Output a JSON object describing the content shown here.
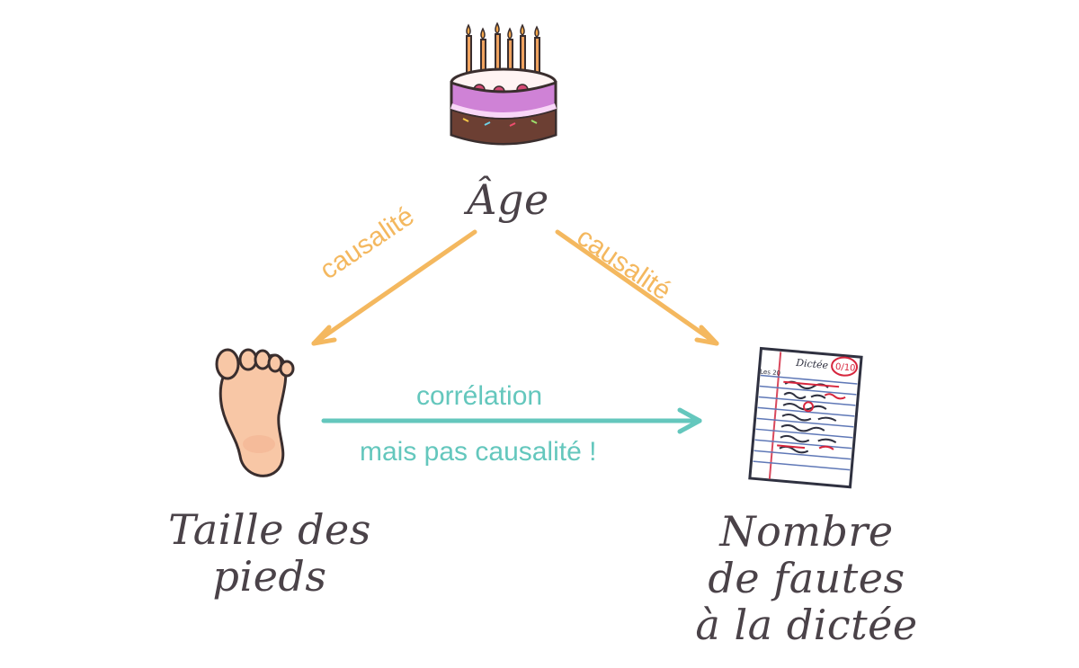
{
  "nodes": {
    "age": "Âge",
    "feet": "Taille des pieds",
    "mistakes": "Nombre de fautes à la dictée"
  },
  "edges": {
    "left_causality": "causalité",
    "right_causality": "causalité",
    "correlation": "corrélation",
    "not_causality": "mais pas causalité !"
  },
  "paper": {
    "title": "Dictée",
    "grade": "0/10",
    "margin_note": "Les 20"
  },
  "colors": {
    "causality": "#f4b85f",
    "correlation": "#64c7bd",
    "text": "#4a4248"
  },
  "icons": {
    "age": "birthday-cake-icon",
    "feet": "foot-icon",
    "mistakes": "dictation-paper-icon"
  }
}
